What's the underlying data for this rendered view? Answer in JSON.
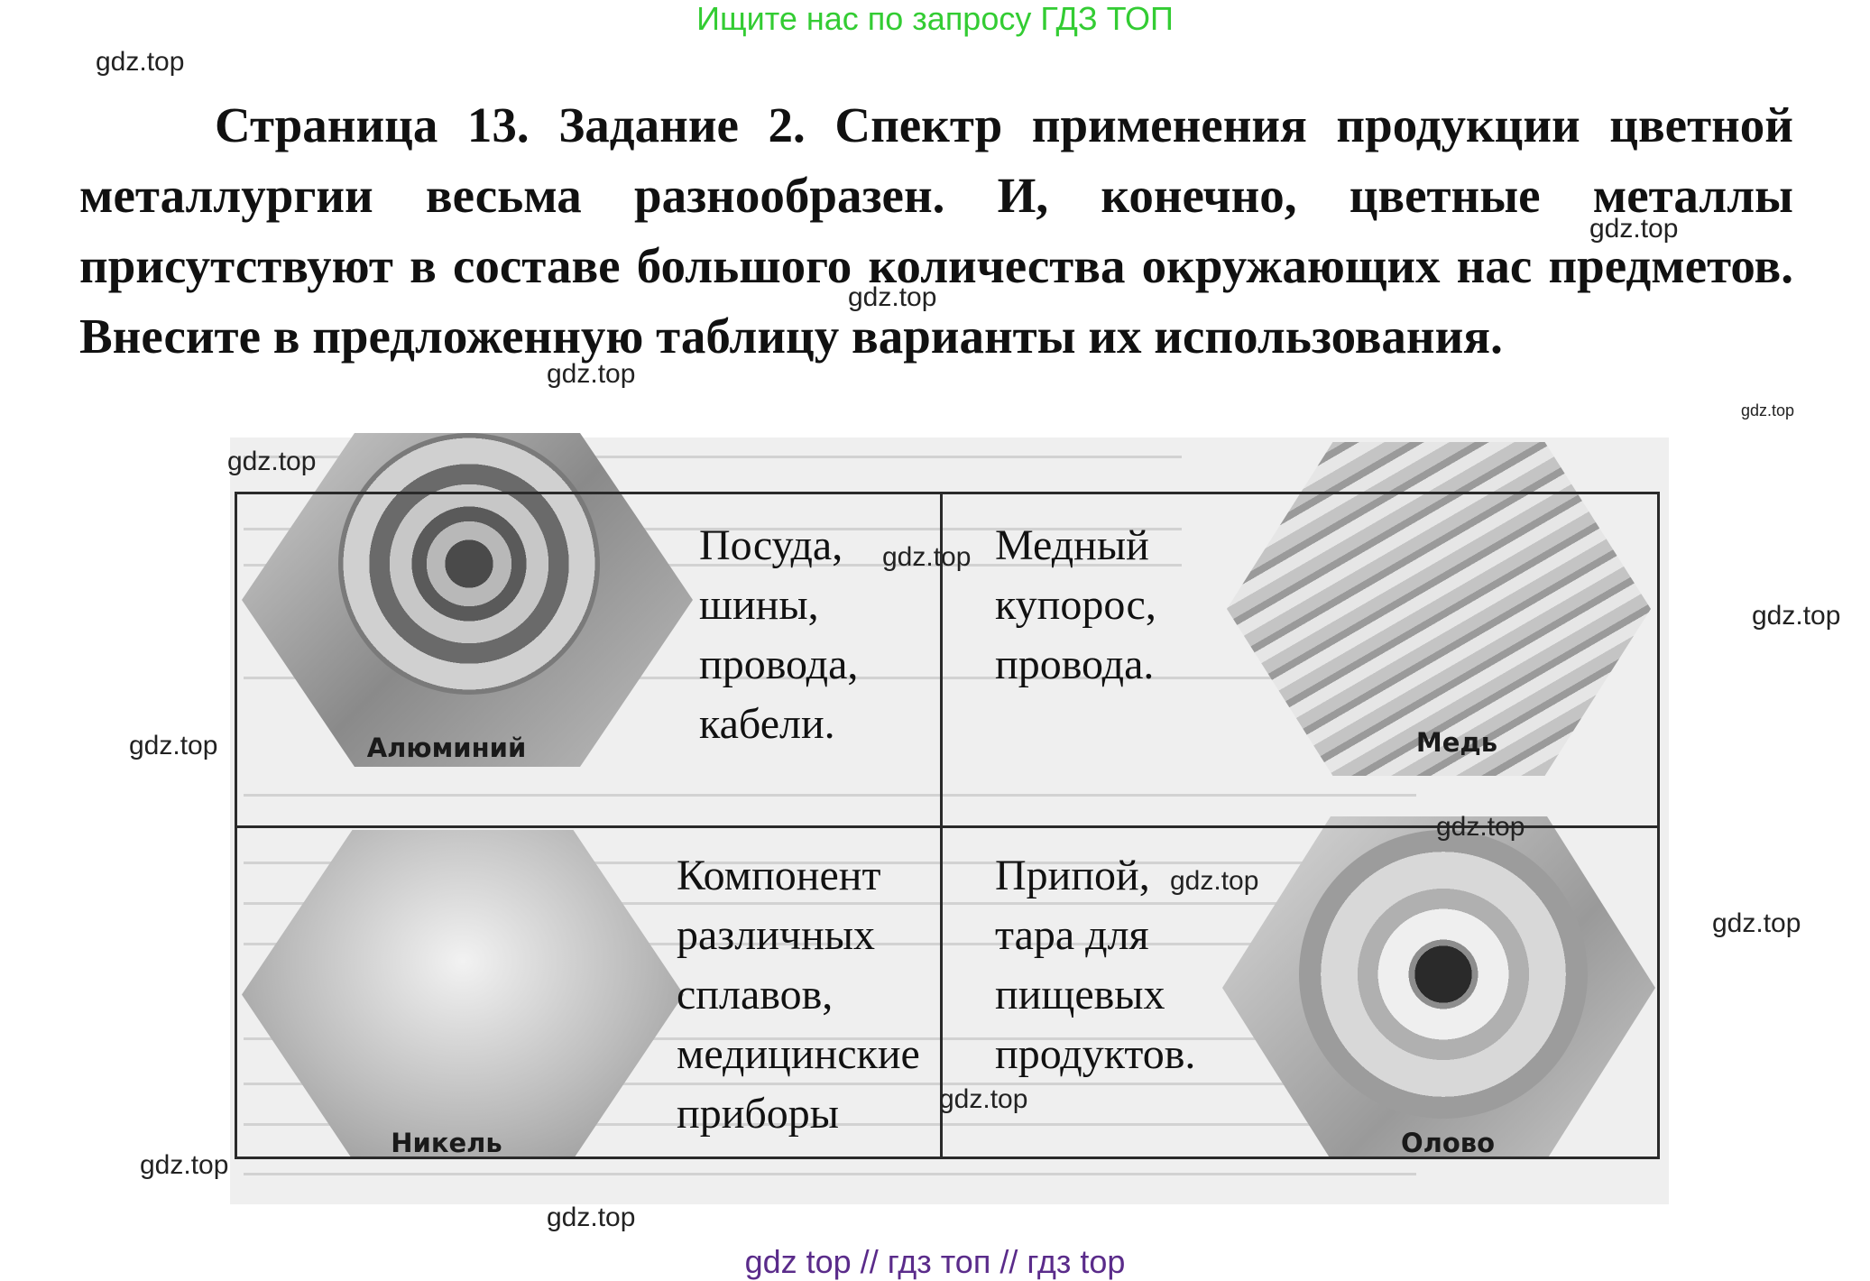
{
  "banner": "Ищите нас по запросу ГДЗ ТОП",
  "watermark": "gdz.top",
  "task_text": "Страница 13. Задание 2. Спектр применения продукции цветной металлургии весьма разнообразен. И, конечно, цветные металлы присутствуют в составе большого количества окружающих нас предметов. Внесите в предложенную таблицу варианты их использования.",
  "metals": {
    "aluminum": {
      "label": "Алюминий",
      "uses": [
        "Посуда,",
        "шины,",
        "провода,",
        "кабели."
      ]
    },
    "copper": {
      "label": "Медь",
      "uses": [
        "Медный",
        "купорос,",
        "провода."
      ]
    },
    "nickel": {
      "label": "Никель",
      "uses": [
        "Компонент",
        "различных",
        "сплавов,",
        "медицинские",
        "приборы"
      ]
    },
    "tin": {
      "label": "Олово",
      "uses": [
        "Припой,",
        "тара для",
        "пищевых",
        "продуктов."
      ]
    }
  },
  "footer": "gdz top  //  гдз топ  //  гдз top"
}
